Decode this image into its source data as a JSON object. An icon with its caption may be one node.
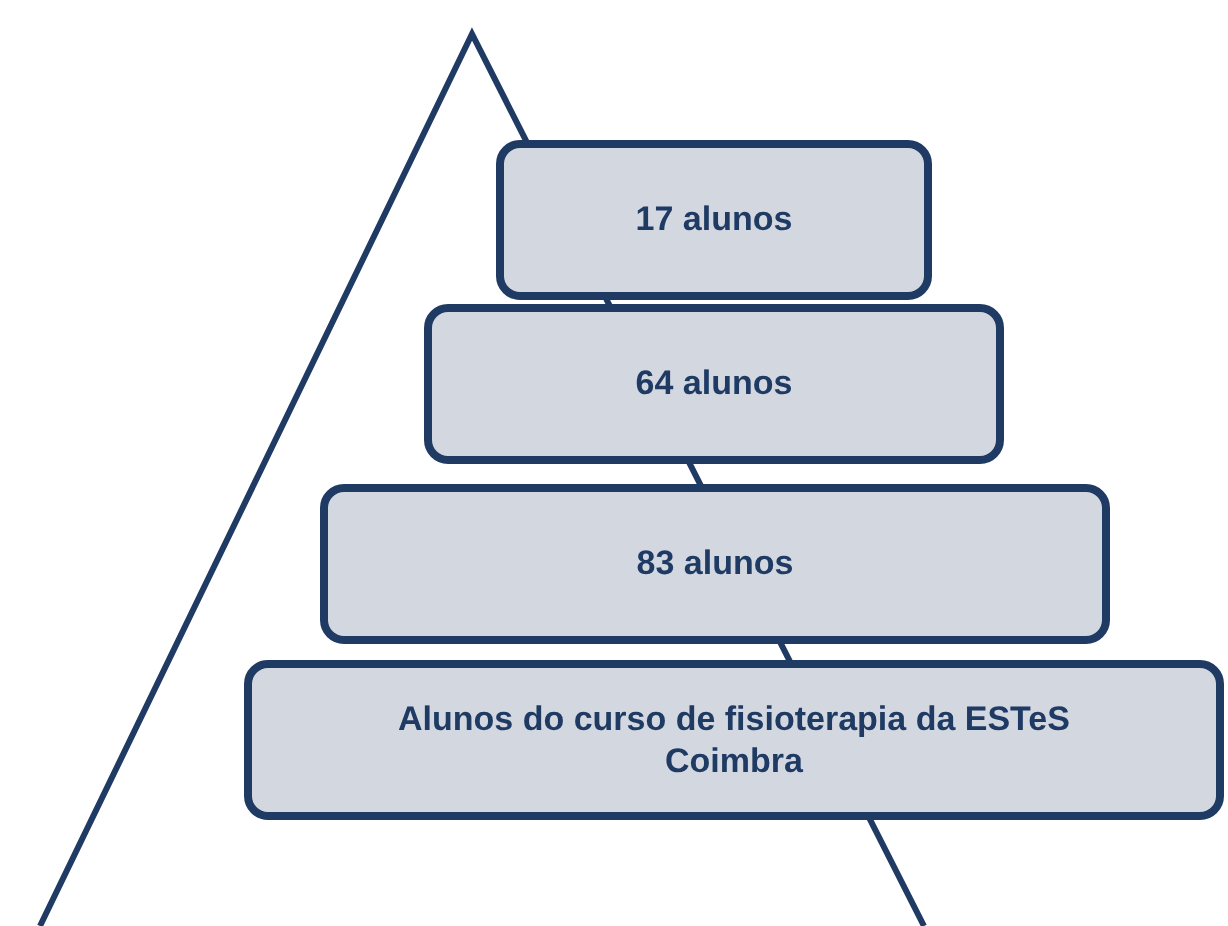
{
  "diagram": {
    "nodes": [
      {
        "text": [
          "17 alunos"
        ]
      },
      {
        "text": [
          "64 alunos"
        ]
      },
      {
        "text": [
          "83 alunos"
        ]
      },
      {
        "text": [
          "Alunos do curso de fisioterapia da ESTeS Coimbra"
        ]
      }
    ],
    "edges": []
  }
}
